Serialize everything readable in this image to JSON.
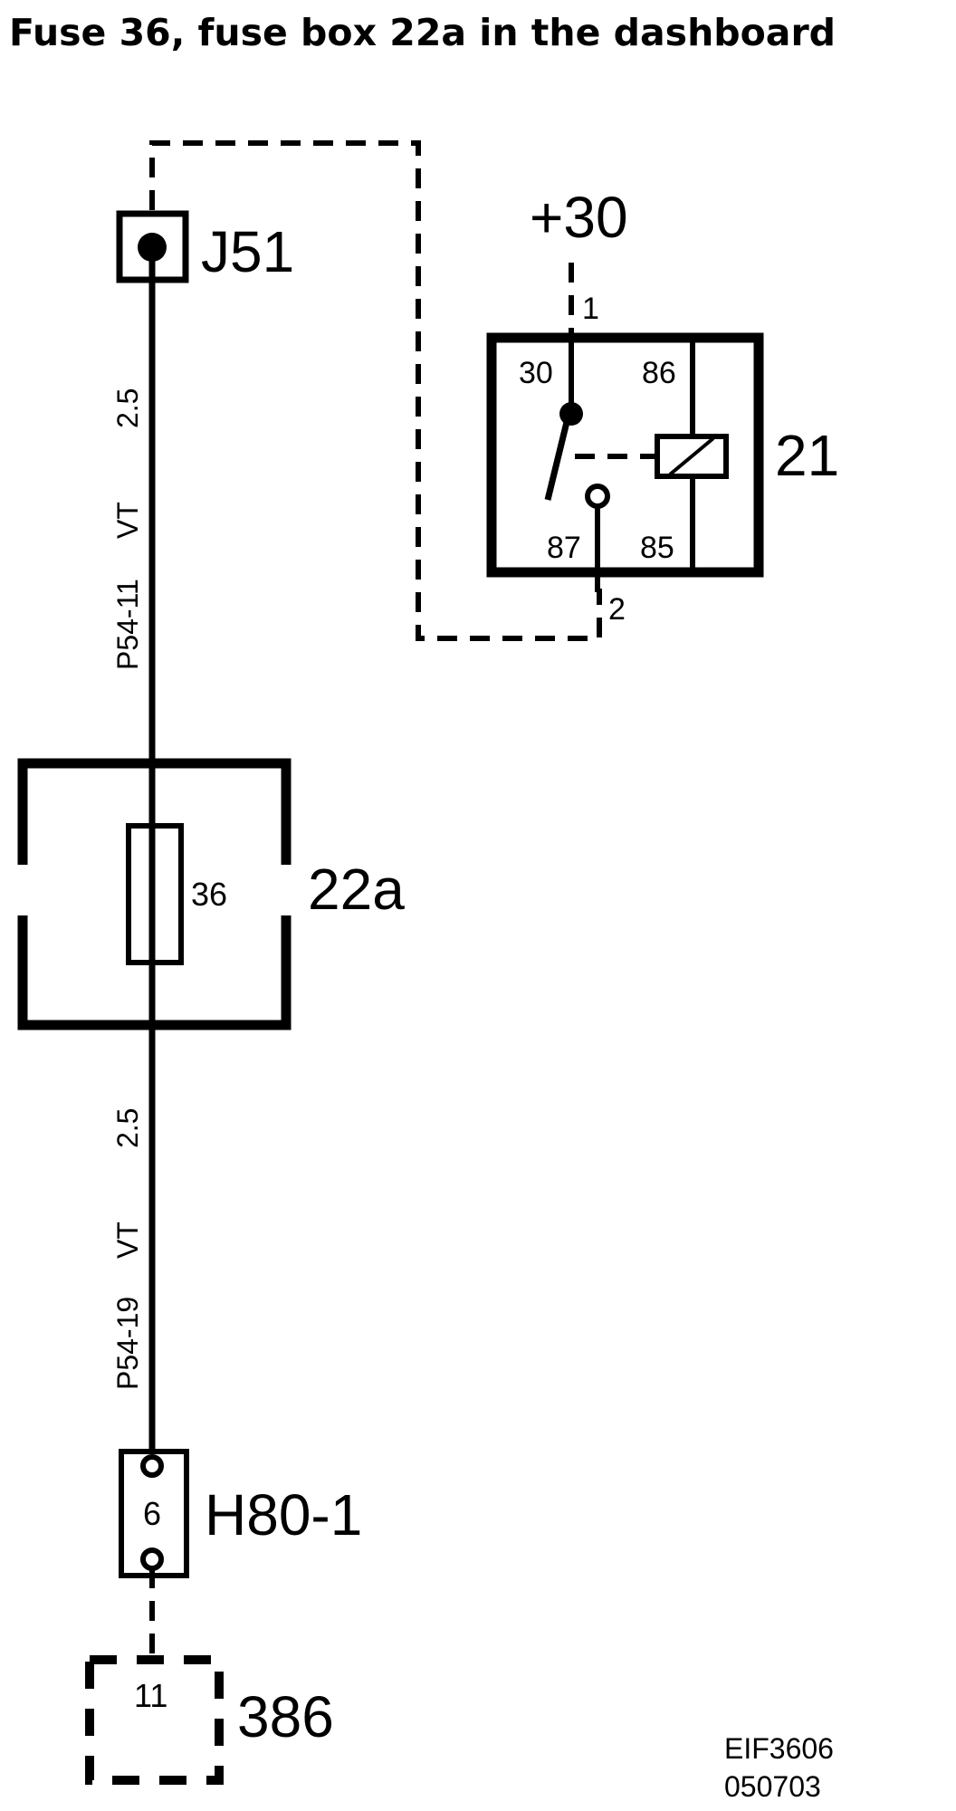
{
  "title": "Fuse 36, fuse box 22a in the dashboard",
  "components": {
    "j51": {
      "label": "J51"
    },
    "relay": {
      "label": "21",
      "supply": "+30",
      "pin_in": "1",
      "pin_out": "2",
      "terminals": {
        "t30": "30",
        "t86": "86",
        "t87": "87",
        "t85": "85"
      }
    },
    "fusebox": {
      "label": "22a",
      "fuse": "36"
    },
    "h80": {
      "label": "H80-1",
      "pin": "6"
    },
    "c386": {
      "label": "386",
      "pin": "11"
    }
  },
  "wires": {
    "upper": {
      "code": "P54-11",
      "color": "VT",
      "size": "2.5"
    },
    "lower": {
      "code": "P54-19",
      "color": "VT",
      "size": "2.5"
    }
  },
  "doc_ref": {
    "id": "EIF3606",
    "date": "050703"
  }
}
